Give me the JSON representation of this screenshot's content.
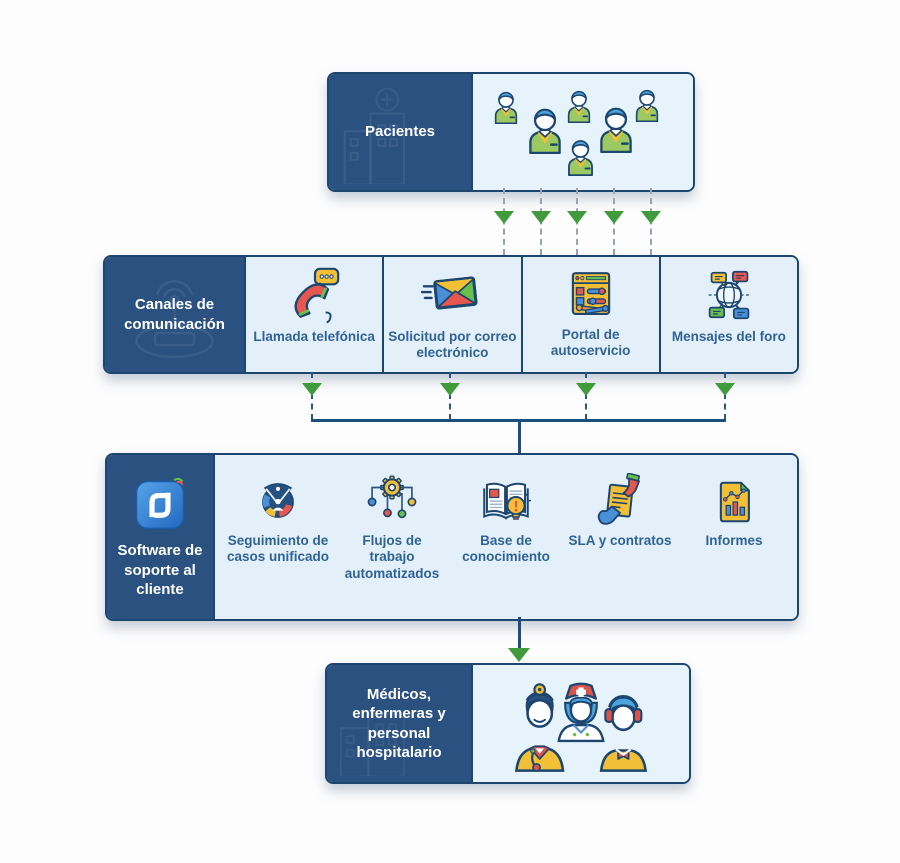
{
  "palette": {
    "dark_blue": "#2b5180",
    "navy_border": "#1c4670",
    "light_panel": "#e4f0f9",
    "item_text": "#2f6395",
    "arrow_green": "#3f9b3c",
    "connector_blue": "#1d4e80",
    "dash_gray": "#97a3ae",
    "icon_yellow": "#f2c037",
    "icon_red": "#e8574e",
    "icon_green": "#6abf4b",
    "icon_blue": "#4a90d9"
  },
  "patients": {
    "label": "Pacientes",
    "icon": "patients-group-icon"
  },
  "channels": {
    "label": "Canales de comunicación",
    "items": [
      {
        "label": "Llamada telefónica",
        "icon": "phone-call-icon"
      },
      {
        "label": "Solicitud por correo electrónico",
        "icon": "email-request-icon"
      },
      {
        "label": "Portal de autoservicio",
        "icon": "self-service-portal-icon"
      },
      {
        "label": "Mensajes del foro",
        "icon": "forum-messages-icon"
      }
    ]
  },
  "software": {
    "label": "Software de soporte al cliente",
    "logo": "zoho-desk-logo",
    "items": [
      {
        "label": "Seguimiento de casos unificado",
        "icon": "unified-case-tracking-icon"
      },
      {
        "label": "Flujos de trabajo automatizados",
        "icon": "automated-workflows-icon"
      },
      {
        "label": "Base de conocimiento",
        "icon": "knowledge-base-icon"
      },
      {
        "label": "SLA y contratos",
        "icon": "sla-contracts-icon"
      },
      {
        "label": "Informes",
        "icon": "reports-icon"
      }
    ]
  },
  "staff": {
    "label": "Médicos, enfermeras y personal hospitalario",
    "icon": "medical-staff-icon"
  }
}
